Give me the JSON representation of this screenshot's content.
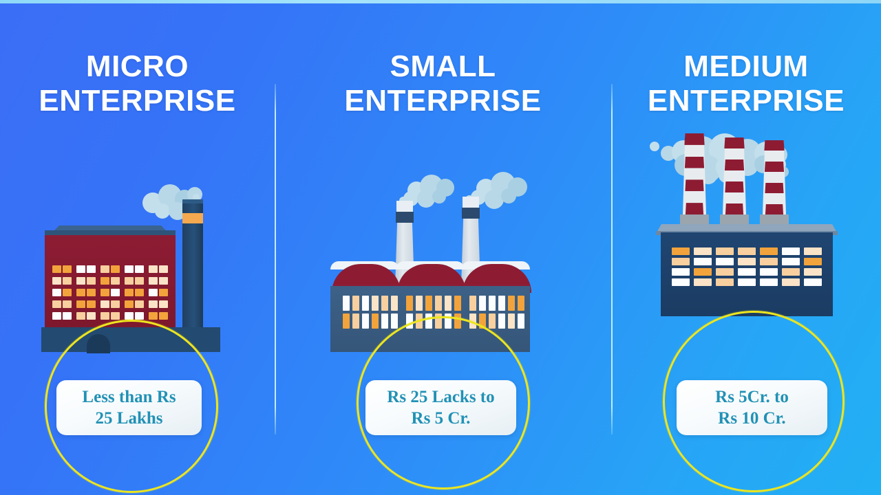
{
  "page": {
    "background_top_color": "#3b6ef6",
    "background_bottom_color": "#22b0f4",
    "accent_ring_color": "#ece520",
    "heading_color": "#ffffff",
    "callout_text_color": "#2191b5"
  },
  "columns": [
    {
      "id": "micro",
      "heading_line1": "MICRO",
      "heading_line2": "ENTERPRISE",
      "callout_line1": "Less than Rs",
      "callout_line2": "25 Lakhs",
      "illustration": "small-red-factory-with-one-chimney"
    },
    {
      "id": "small",
      "heading_line1": "SMALL",
      "heading_line2": "ENTERPRISE",
      "callout_line1": "Rs 25 Lacks to",
      "callout_line2": "Rs 5 Cr.",
      "illustration": "three-arch-roof-factory-with-two-chimneys"
    },
    {
      "id": "medium",
      "heading_line1": "MEDIUM",
      "heading_line2": "ENTERPRISE",
      "callout_line1": "Rs 5Cr. to",
      "callout_line2": "Rs 10 Cr.",
      "illustration": "large-factory-with-three-striped-chimneys"
    }
  ],
  "window_colors": {
    "orange": "#f2a33c",
    "peach": "#f8cf9e",
    "cream": "#fae3c6",
    "white": "#fbfdfe"
  },
  "micro_windows": [
    [
      "orange",
      "orange"
    ],
    [
      "white",
      "white"
    ],
    [
      "peach",
      "orange"
    ],
    [
      "white",
      "white"
    ],
    [
      "cream",
      "cream"
    ],
    [
      "cream",
      "peach"
    ],
    [
      "cream",
      "peach"
    ],
    [
      "orange",
      "peach"
    ],
    [
      "peach",
      "peach"
    ],
    [
      "cream",
      "cream"
    ],
    [
      "white",
      "orange"
    ],
    [
      "orange",
      "orange"
    ],
    [
      "orange",
      "white"
    ],
    [
      "orange",
      "orange"
    ],
    [
      "white",
      "orange"
    ],
    [
      "peach",
      "peach"
    ],
    [
      "orange",
      "orange"
    ],
    [
      "cream",
      "peach"
    ],
    [
      "orange",
      "peach"
    ],
    [
      "cream",
      "cream"
    ],
    [
      "white",
      "white"
    ],
    [
      "peach",
      "cream"
    ],
    [
      "peach",
      "peach"
    ],
    [
      "white",
      "white"
    ],
    [
      "orange",
      "orange"
    ]
  ],
  "small_windows": [
    [
      "white",
      "peach",
      "white",
      "cream",
      "peach",
      "cream"
    ],
    [
      "orange",
      "cream",
      "orange",
      "peach",
      "cream",
      "orange"
    ],
    [
      "peach",
      "white",
      "white",
      "white",
      "orange",
      "orange"
    ],
    [
      "orange",
      "peach",
      "white",
      "orange",
      "white",
      "white"
    ],
    [
      "white",
      "peach",
      "white",
      "peach",
      "white",
      "orange"
    ],
    [
      "cream",
      "orange",
      "peach",
      "white",
      "cream",
      "white"
    ]
  ],
  "medium_windows": [
    [
      "orange",
      "cream",
      "peach",
      "peach",
      "orange",
      "white",
      "cream"
    ],
    [
      "peach",
      "white",
      "white",
      "cream",
      "peach",
      "white",
      "orange"
    ],
    [
      "white",
      "orange",
      "peach",
      "white",
      "white",
      "peach",
      "cream"
    ],
    [
      "white",
      "cream",
      "peach",
      "white",
      "white",
      "cream",
      "white"
    ]
  ]
}
